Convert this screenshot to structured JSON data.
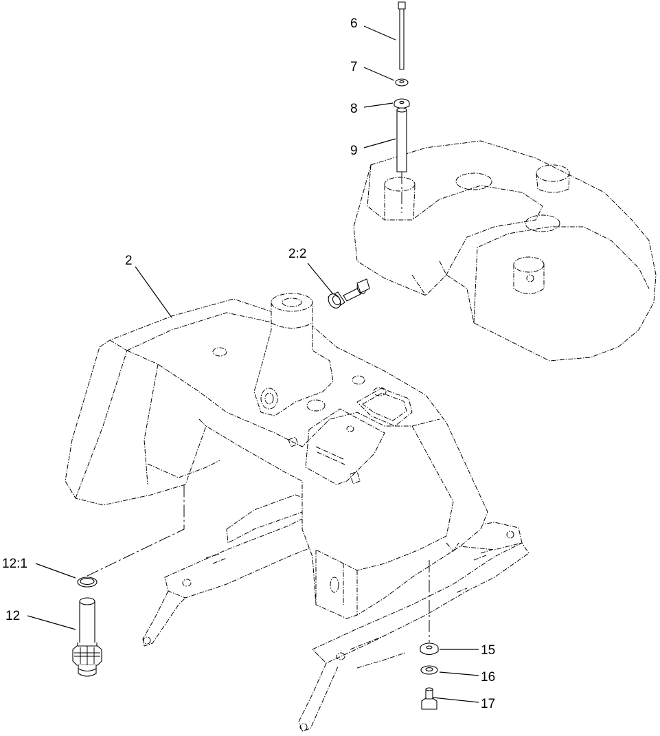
{
  "callouts": {
    "c6": "6",
    "c7": "7",
    "c8": "8",
    "c9": "9",
    "c2": "2",
    "c2_2": "2:2",
    "c12_1": "12:1",
    "c12": "12",
    "c15": "15",
    "c16": "16",
    "c17": "17"
  }
}
